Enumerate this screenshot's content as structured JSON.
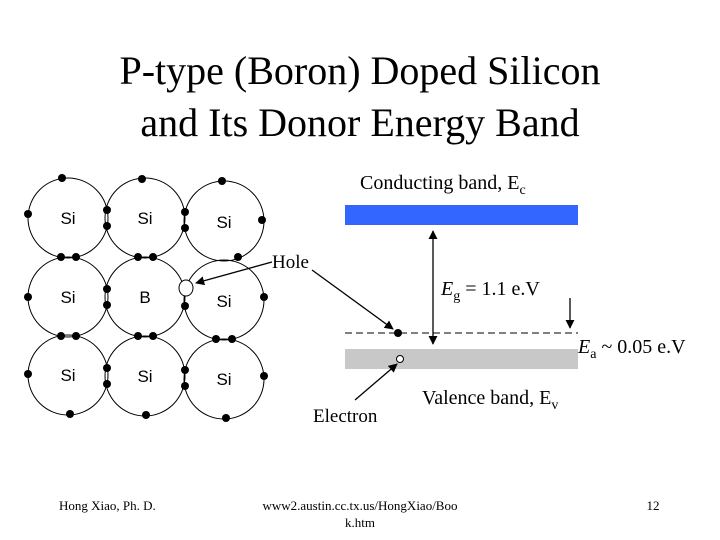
{
  "title": {
    "line1": "P-type (Boron) Doped Silicon",
    "line2": "and Its Donor Energy Band"
  },
  "lattice": {
    "row1": [
      "Si",
      "Si",
      "Si"
    ],
    "row2": [
      "Si",
      "B",
      "Si"
    ],
    "row3": [
      "Si",
      "Si",
      "Si"
    ]
  },
  "labels": {
    "hole": "Hole",
    "electron": "Electron",
    "conducting_band": "Conducting band, E",
    "conducting_band_sub": "c",
    "valence_band": "Valence band, E",
    "valence_band_sub": "v",
    "eg_symbol": "E",
    "eg_sub": "g",
    "eg_value": " = 1.1 e.V",
    "ea_symbol": "E",
    "ea_sub": "a",
    "ea_value": " ~ 0.05 e.V"
  },
  "footer": {
    "author": "Hong Xiao, Ph. D.",
    "url_line1": "www2.austin.cc.tx.us/HongXiao/Boo",
    "url_line2": "k.htm",
    "page": "12"
  },
  "colors": {
    "conduction_band": "#3366ff",
    "valence_band": "#c8c8c8",
    "electron": "#000000",
    "hole": "#ffffff"
  }
}
